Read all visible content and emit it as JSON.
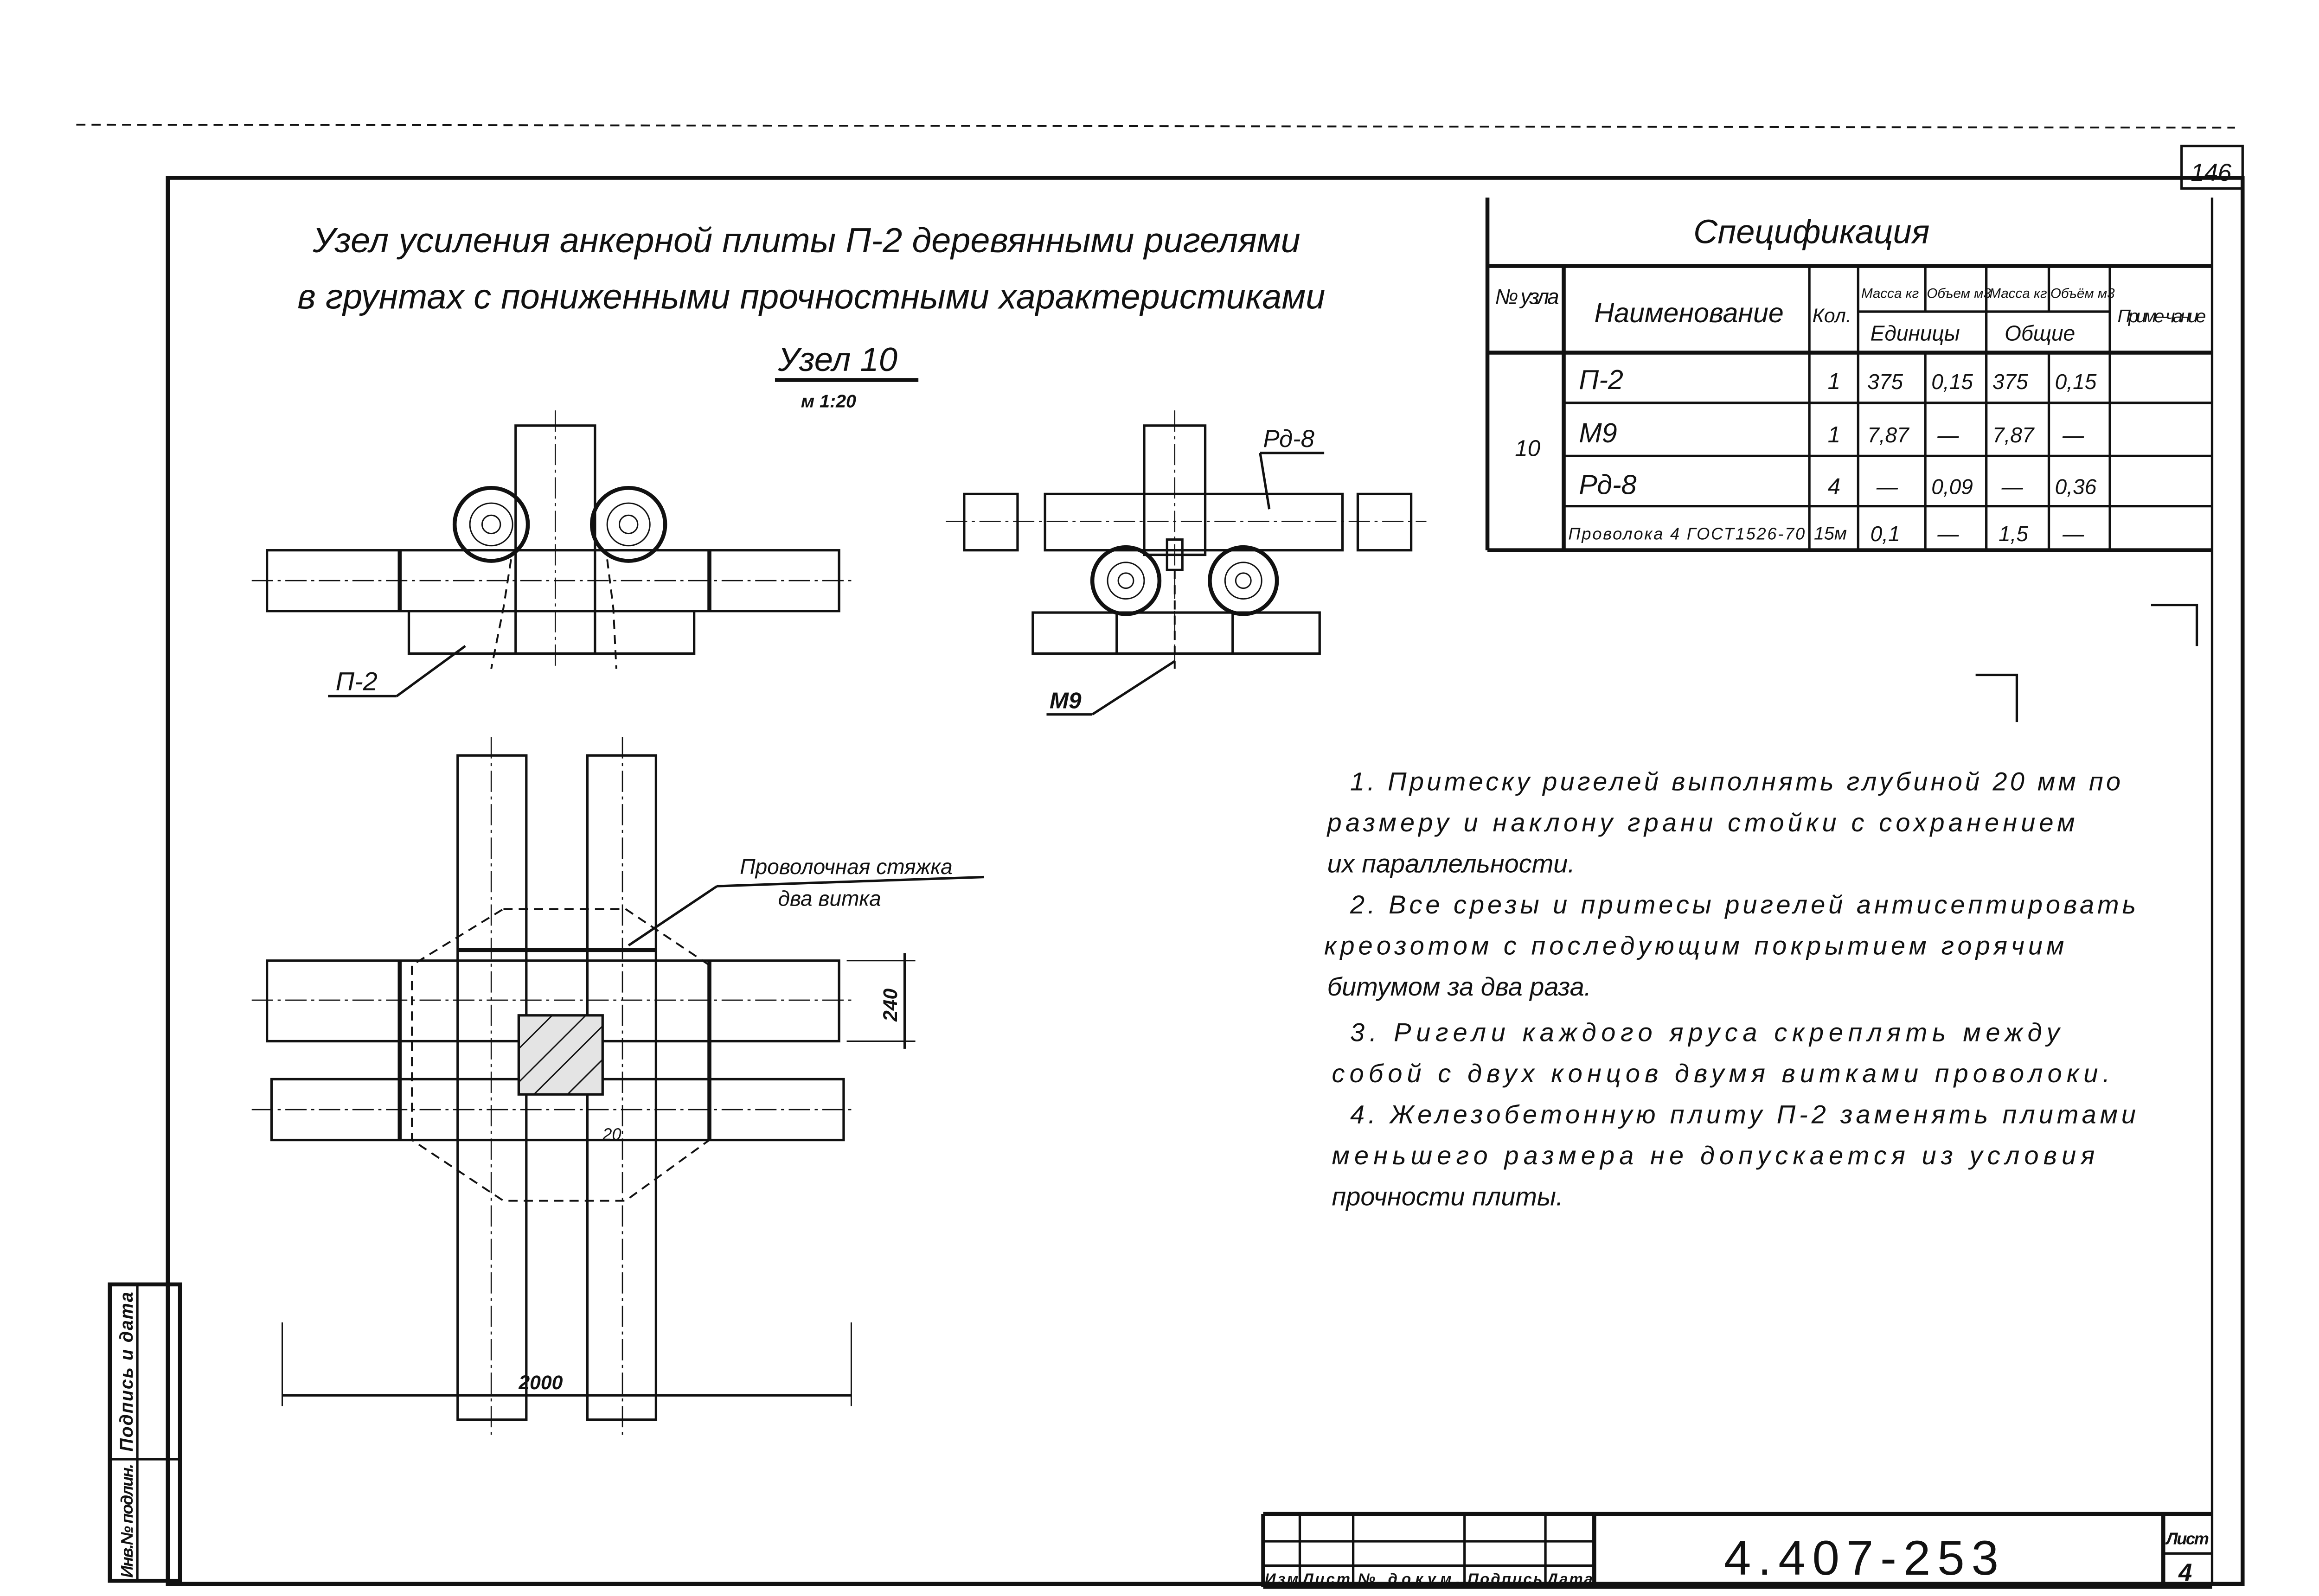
{
  "sheet_number_top": "146",
  "title": {
    "line1": "Узел усиления анкерной плиты П-2 деревянными ригелями",
    "line2": "в грунтах с пониженными прочностными характеристиками"
  },
  "node": {
    "label": "Узел 10",
    "scale": "м 1:20"
  },
  "drawing_labels": {
    "plate": "П-2",
    "bolt": "Рд-8",
    "anchor": "М9",
    "wire_tie_1": "Проволочная стяжка",
    "wire_tie_2": "два витка",
    "dim_240": "240",
    "dim_20": "20",
    "dim_2000": "2000"
  },
  "specification": {
    "title": "Спецификация",
    "headers": {
      "node_no": "№ узла",
      "name": "Наименование",
      "qty": "Кол.",
      "mass_unit": "Масса кг",
      "vol_unit": "Объем м3",
      "mass_total": "Масса кг",
      "vol_total": "Объём м3",
      "unit_group": "Единицы",
      "total_group": "Общие",
      "note": "Приме-чание"
    },
    "node_value": "10",
    "rows": [
      {
        "name": "П-2",
        "qty": "1",
        "mass_unit": "375",
        "vol_unit": "0,15",
        "mass_total": "375",
        "vol_total": "0,15",
        "note": ""
      },
      {
        "name": "М9",
        "qty": "1",
        "mass_unit": "7,87",
        "vol_unit": "—",
        "mass_total": "7,87",
        "vol_total": "—",
        "note": ""
      },
      {
        "name": "Рд-8",
        "qty": "4",
        "mass_unit": "—",
        "vol_unit": "0,09",
        "mass_total": "—",
        "vol_total": "0,36",
        "note": ""
      },
      {
        "name": "Проволока 4 ГОСТ1526-70",
        "qty": "15м",
        "mass_unit": "0,1",
        "vol_unit": "—",
        "mass_total": "1,5",
        "vol_total": "—",
        "note": ""
      }
    ]
  },
  "notes": [
    "1. Притеску ригелей выполнять глубиной 20 мм по",
    "размеру и наклону грани стойки с сохранением",
    "их параллельности.",
    "2. Все срезы и притесы ригелей антисептировать",
    "креозотом с последующим покрытием горячим",
    "битумом за два раза.",
    "3. Ригели каждого яруса скреплять между",
    "собой с двух концов двумя витками проволоки.",
    "4. Железобетонную плиту П-2 заменять плитами",
    "меньшего размера не допускается из условия",
    "прочности плиты."
  ],
  "title_block": {
    "doc_number": "4.407-253",
    "sheet_label": "Лист",
    "sheet_value": "4",
    "columns": [
      "Изм",
      "Лист",
      "№ докум.",
      "Подпись",
      "Дата"
    ]
  },
  "side_stamp": {
    "signature_date": "Подпись и дата",
    "inv_no": "Инв.№ подлин."
  }
}
